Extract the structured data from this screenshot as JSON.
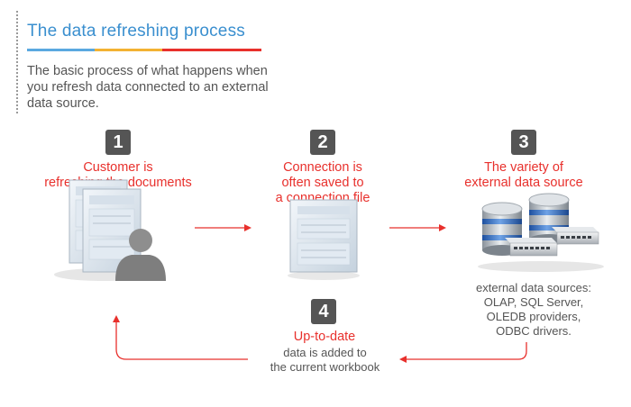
{
  "header": {
    "title": "The data refreshing process",
    "subtitle": "The basic process of what happens when you refresh data connected to an external data source."
  },
  "steps": [
    {
      "number": "1",
      "line1": "Customer is",
      "line2": "refreshing the documents"
    },
    {
      "number": "2",
      "line1": "Connection is",
      "line2": "often saved to",
      "line3": "a connection file"
    },
    {
      "number": "3",
      "line1": "The variety of",
      "line2": "external data source"
    },
    {
      "number": "4",
      "line1": "Up-to-date",
      "line2": "data is added to",
      "line3": "the current workbook"
    }
  ],
  "sources": {
    "line1": "external data sources:",
    "line2": "OLAP, SQL Server,",
    "line3": "OLEDB providers,",
    "line4": "ODBC drivers."
  },
  "colors": {
    "title_blue": "#3a8fcf",
    "accent_red": "#e8302c",
    "badge_gray": "#555555",
    "underline": [
      "#5ba9e0",
      "#f3b233",
      "#e8302c"
    ]
  },
  "icons": [
    "documents-user-icon",
    "connection-file-icon",
    "database-servers-icon"
  ]
}
